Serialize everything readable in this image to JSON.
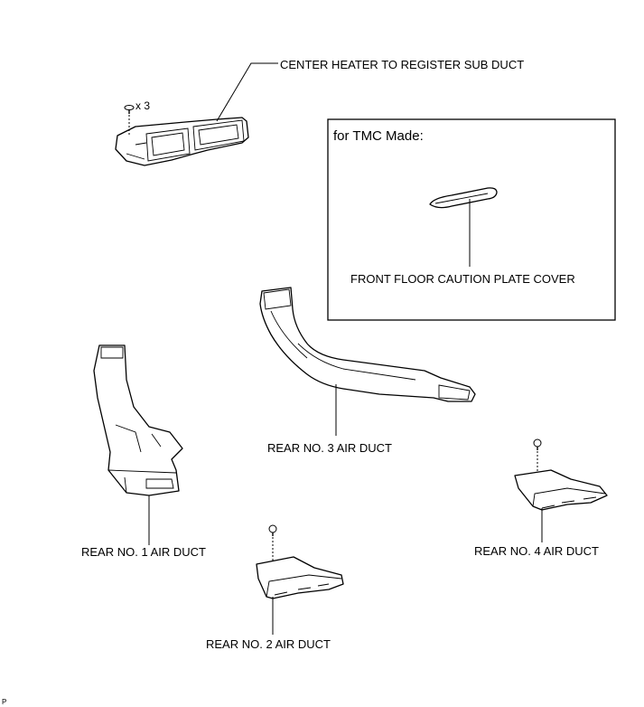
{
  "labels": {
    "center_heater": "CENTER HEATER TO REGISTER SUB DUCT",
    "screw_qty": "x 3",
    "tmc_title": "for TMC Made:",
    "front_floor": "FRONT FLOOR CAUTION PLATE COVER",
    "rear1": "REAR NO. 1 AIR DUCT",
    "rear2": "REAR NO. 2 AIR DUCT",
    "rear3": "REAR NO. 3 AIR DUCT",
    "rear4": "REAR NO. 4 AIR DUCT",
    "code": "P"
  }
}
